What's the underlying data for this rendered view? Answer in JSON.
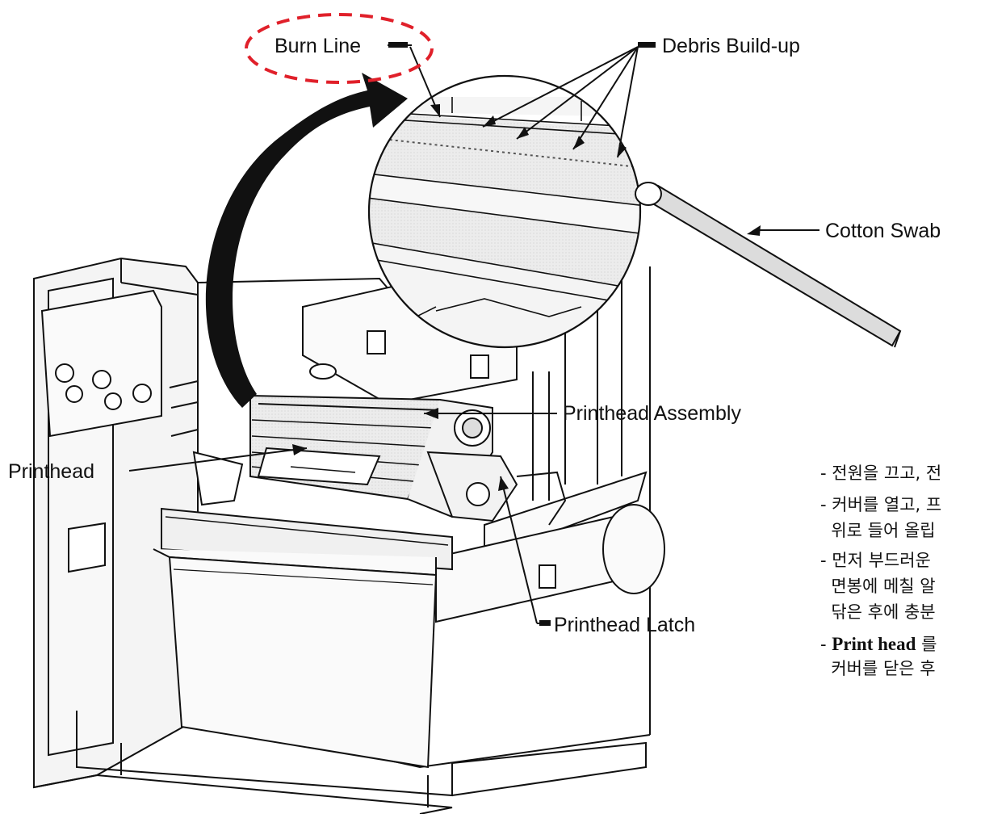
{
  "labels": {
    "burn_line": "Burn Line",
    "debris": "Debris Build-up",
    "cotton_swab": "Cotton Swab",
    "printhead_assembly": "Printhead Assembly",
    "printhead": "Printhead",
    "printhead_latch": "Printhead Latch"
  },
  "instructions": [
    {
      "text": "- 전원을 끄고, 전"
    },
    {
      "text": "- 커버를 열고, 프"
    },
    {
      "text": "  위로 들어 올립"
    },
    {
      "text": "- 먼저 부드러운"
    },
    {
      "text": "  면봉에 메칠 알"
    },
    {
      "text": "  닦은 후에 충분"
    },
    {
      "bold": "Print head",
      "text": " 를"
    },
    {
      "text": "  커버를 닫은 후"
    }
  ],
  "colors": {
    "highlight": "#e0202a",
    "ink": "#111111",
    "head_fill": "#e6e6e6"
  }
}
